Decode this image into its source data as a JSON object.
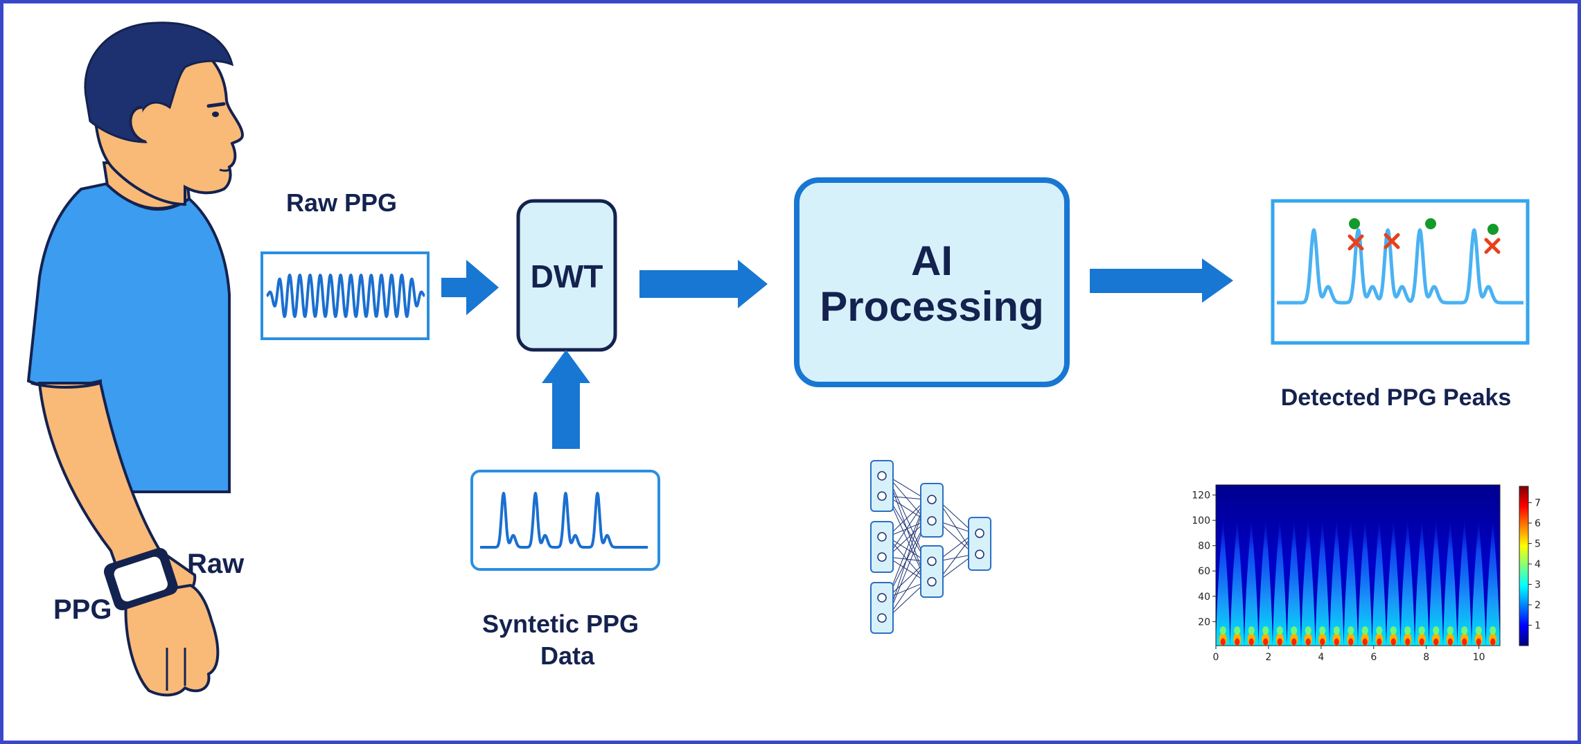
{
  "labels": {
    "raw_ppg": "Raw PPG",
    "dwt": "DWT",
    "ai_line1": "AI",
    "ai_line2": "Processing",
    "detected_peaks": "Detected PPG Peaks",
    "synthetic_line1": "Syntetic PPG",
    "synthetic_line2": "Data",
    "watch_raw": "Raw",
    "watch_ppg": "PPG"
  },
  "colors": {
    "frame": "#3b47c9",
    "navy": "#14224f",
    "arrow": "#1877d2",
    "signal_box_border": "#2b8fe0",
    "box_fill": "#d7f1fb",
    "shirt": "#3b9cf0",
    "skin": "#f9b977",
    "hair": "#1d3170",
    "peak_dot": "#149a2a",
    "peak_cross": "#e8401c"
  },
  "icons": {
    "person": "person-with-smartwatch-icon",
    "network": "neural-network-icon"
  },
  "chart_data": {
    "type": "heatmap",
    "title": "",
    "xlabel": "",
    "ylabel": "",
    "xlim": [
      0,
      10.8
    ],
    "ylim": [
      1,
      128
    ],
    "x_ticks": [
      0,
      2,
      4,
      6,
      8,
      10
    ],
    "y_ticks": [
      20,
      40,
      60,
      80,
      100,
      120
    ],
    "colorbar": {
      "min": 0,
      "max": 7.8,
      "ticks": [
        1,
        2,
        3,
        4,
        5,
        6,
        7
      ]
    },
    "colormap": "jet",
    "pulse_count": 20
  }
}
